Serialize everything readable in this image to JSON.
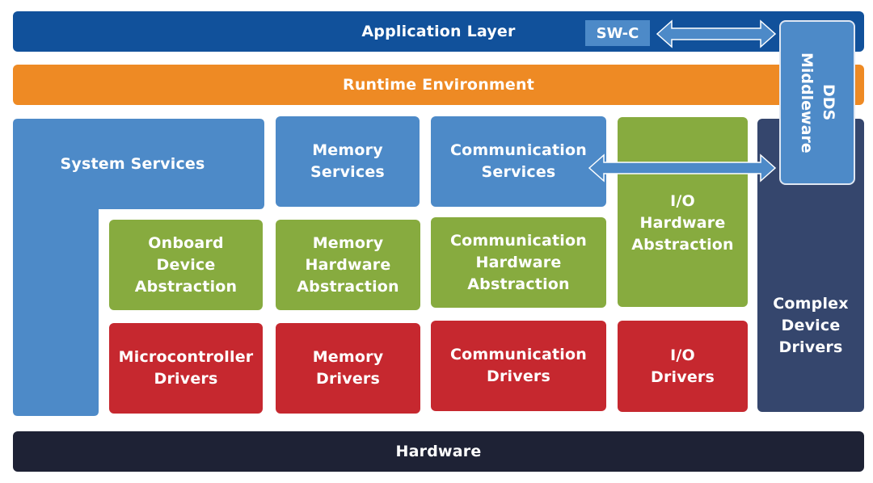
{
  "diagram": {
    "title": "AUTOSAR layered software architecture with DDS Middleware",
    "colors": {
      "application": "#11519b",
      "runtime": "#ee8a24",
      "services": "#4d8ac8",
      "abstraction": "#87ab3f",
      "drivers": "#c6282f",
      "complex_drivers": "#35466d",
      "hardware": "#1e2235"
    },
    "layers": {
      "application": "Application Layer",
      "runtime": "Runtime Environment",
      "hardware": "Hardware"
    },
    "swc": "SW-C",
    "dds": "DDS\nMiddleware",
    "services": {
      "system": "System Services",
      "memory": "Memory\nServices",
      "communication": "Communication\nServices"
    },
    "abstraction": {
      "onboard": "Onboard\nDevice\nAbstraction",
      "memory": "Memory\nHardware\nAbstraction",
      "communication": "Communication\nHardware\nAbstraction",
      "io": "I/O\nHardware\nAbstraction"
    },
    "drivers": {
      "microcontroller": "Microcontroller\nDrivers",
      "memory": "Memory\nDrivers",
      "communication": "Communication\nDrivers",
      "io": "I/O\nDrivers"
    },
    "complex_device_drivers": "Complex\nDevice\nDrivers",
    "connections": [
      {
        "from": "SW-C",
        "to": "DDS Middleware",
        "type": "bidirectional"
      },
      {
        "from": "Communication Services",
        "to": "DDS Middleware",
        "type": "bidirectional"
      }
    ]
  }
}
